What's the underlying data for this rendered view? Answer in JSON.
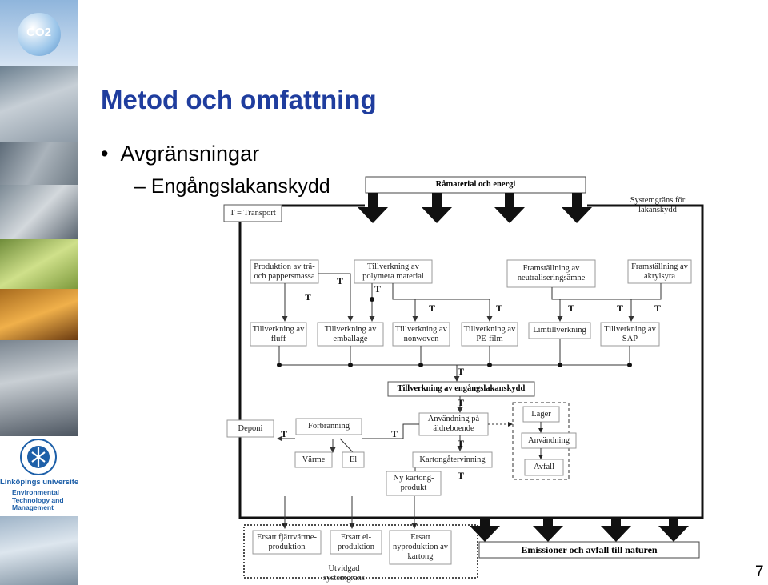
{
  "slide": {
    "title": "Metod och omfattning",
    "bullet_1": "Avgränsningar",
    "bullet_2": "Engångslakanskydd",
    "number": "7"
  },
  "sidebar": {
    "co2_text": "CO2",
    "university_name": "Linköpings universitet",
    "department": "Environmental Technology and Management"
  },
  "diagram": {
    "raw_material": "Råmaterial och energi",
    "transport_legend": "T = Transport",
    "system_boundary": "Systemgräns för lakanskydd",
    "row1": [
      "Produktion av trä- och pappersmassa",
      "Tillverkning av polymera material",
      "Framställning av neutraliseringsämne",
      "Framställning av akrylsyra"
    ],
    "row2": [
      "Tillverkning av fluff",
      "Tillverkning av emballage",
      "Tillverkning av nonwoven",
      "Tillverkning av PE-film",
      "Limtillverkning",
      "Tillverkning av SAP"
    ],
    "main_process": "Tillverkning av engångslakanskydd",
    "deponi": "Deponi",
    "forbranning": "Förbränning",
    "varme": "Värme",
    "el": "El",
    "anvandning_aldreboende": "Användning på äldreboende",
    "kartongatervinning": "Kartongåtervinning",
    "ny_kartong": "Ny kartong-produkt",
    "lager": "Lager",
    "anvandning": "Användning",
    "avfall": "Avfall",
    "ersatt_fjarrvarme": "Ersatt fjärrvärme-produktion",
    "ersatt_el": "Ersatt el-produktion",
    "ersatt_kartong": "Ersatt nyproduktion av kartong",
    "emissions": "Emissioner och avfall till naturen",
    "extended_boundary": "Utvidgad systemgräns",
    "transport_mark": "T"
  }
}
